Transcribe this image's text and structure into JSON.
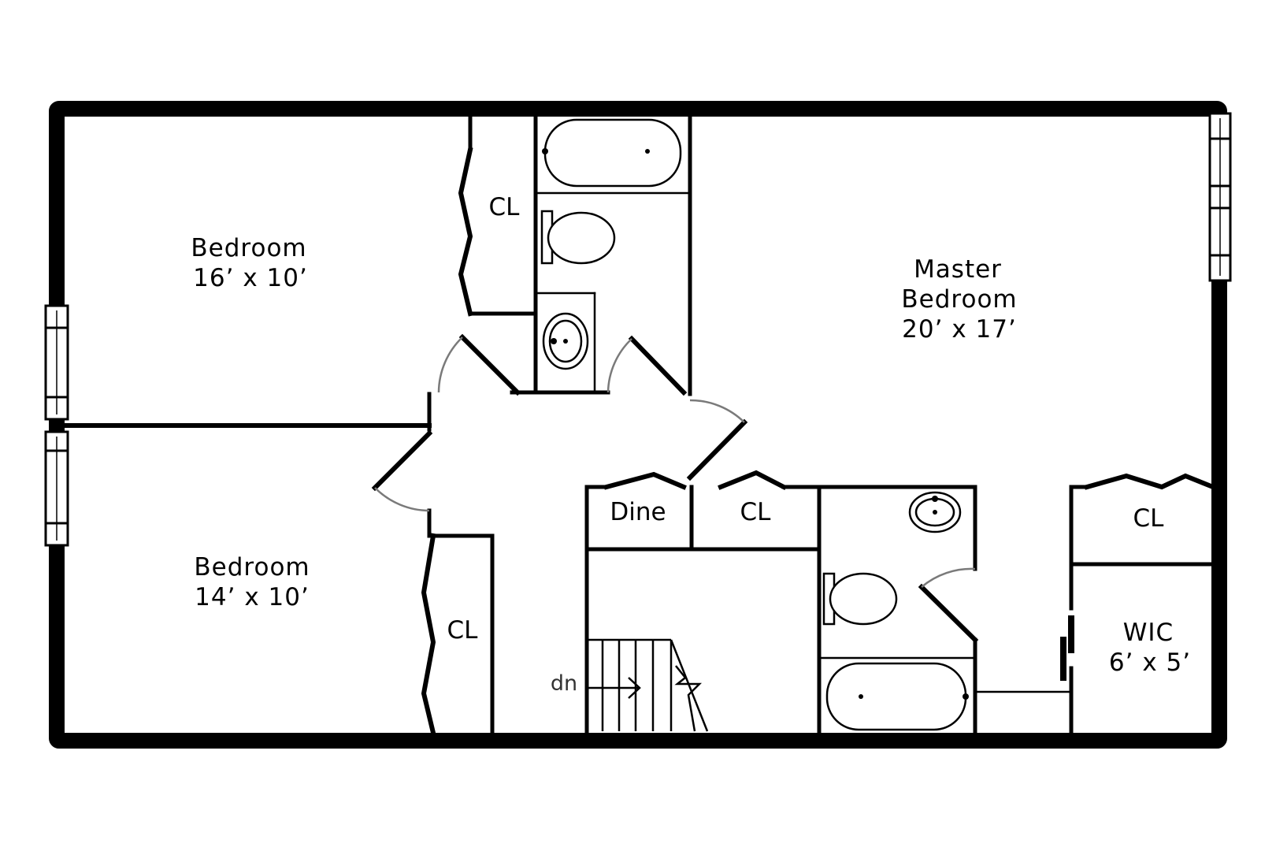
{
  "rooms": {
    "bedroom_top": {
      "name": "Bedroom",
      "size": "16’ x 10’"
    },
    "bedroom_bottom": {
      "name": "Bedroom",
      "size": "14’ x 10’"
    },
    "master": {
      "line1": "Master",
      "line2": "Bedroom",
      "size": "20’ x 17’"
    },
    "wic": {
      "name": "WIC",
      "size": "6’ x 5’"
    },
    "dine": "Dine",
    "closet_top": "CL",
    "closet_bottom": "CL",
    "closet_hall": "CL",
    "closet_master": "CL"
  },
  "stairs": {
    "direction_label": "dn"
  }
}
